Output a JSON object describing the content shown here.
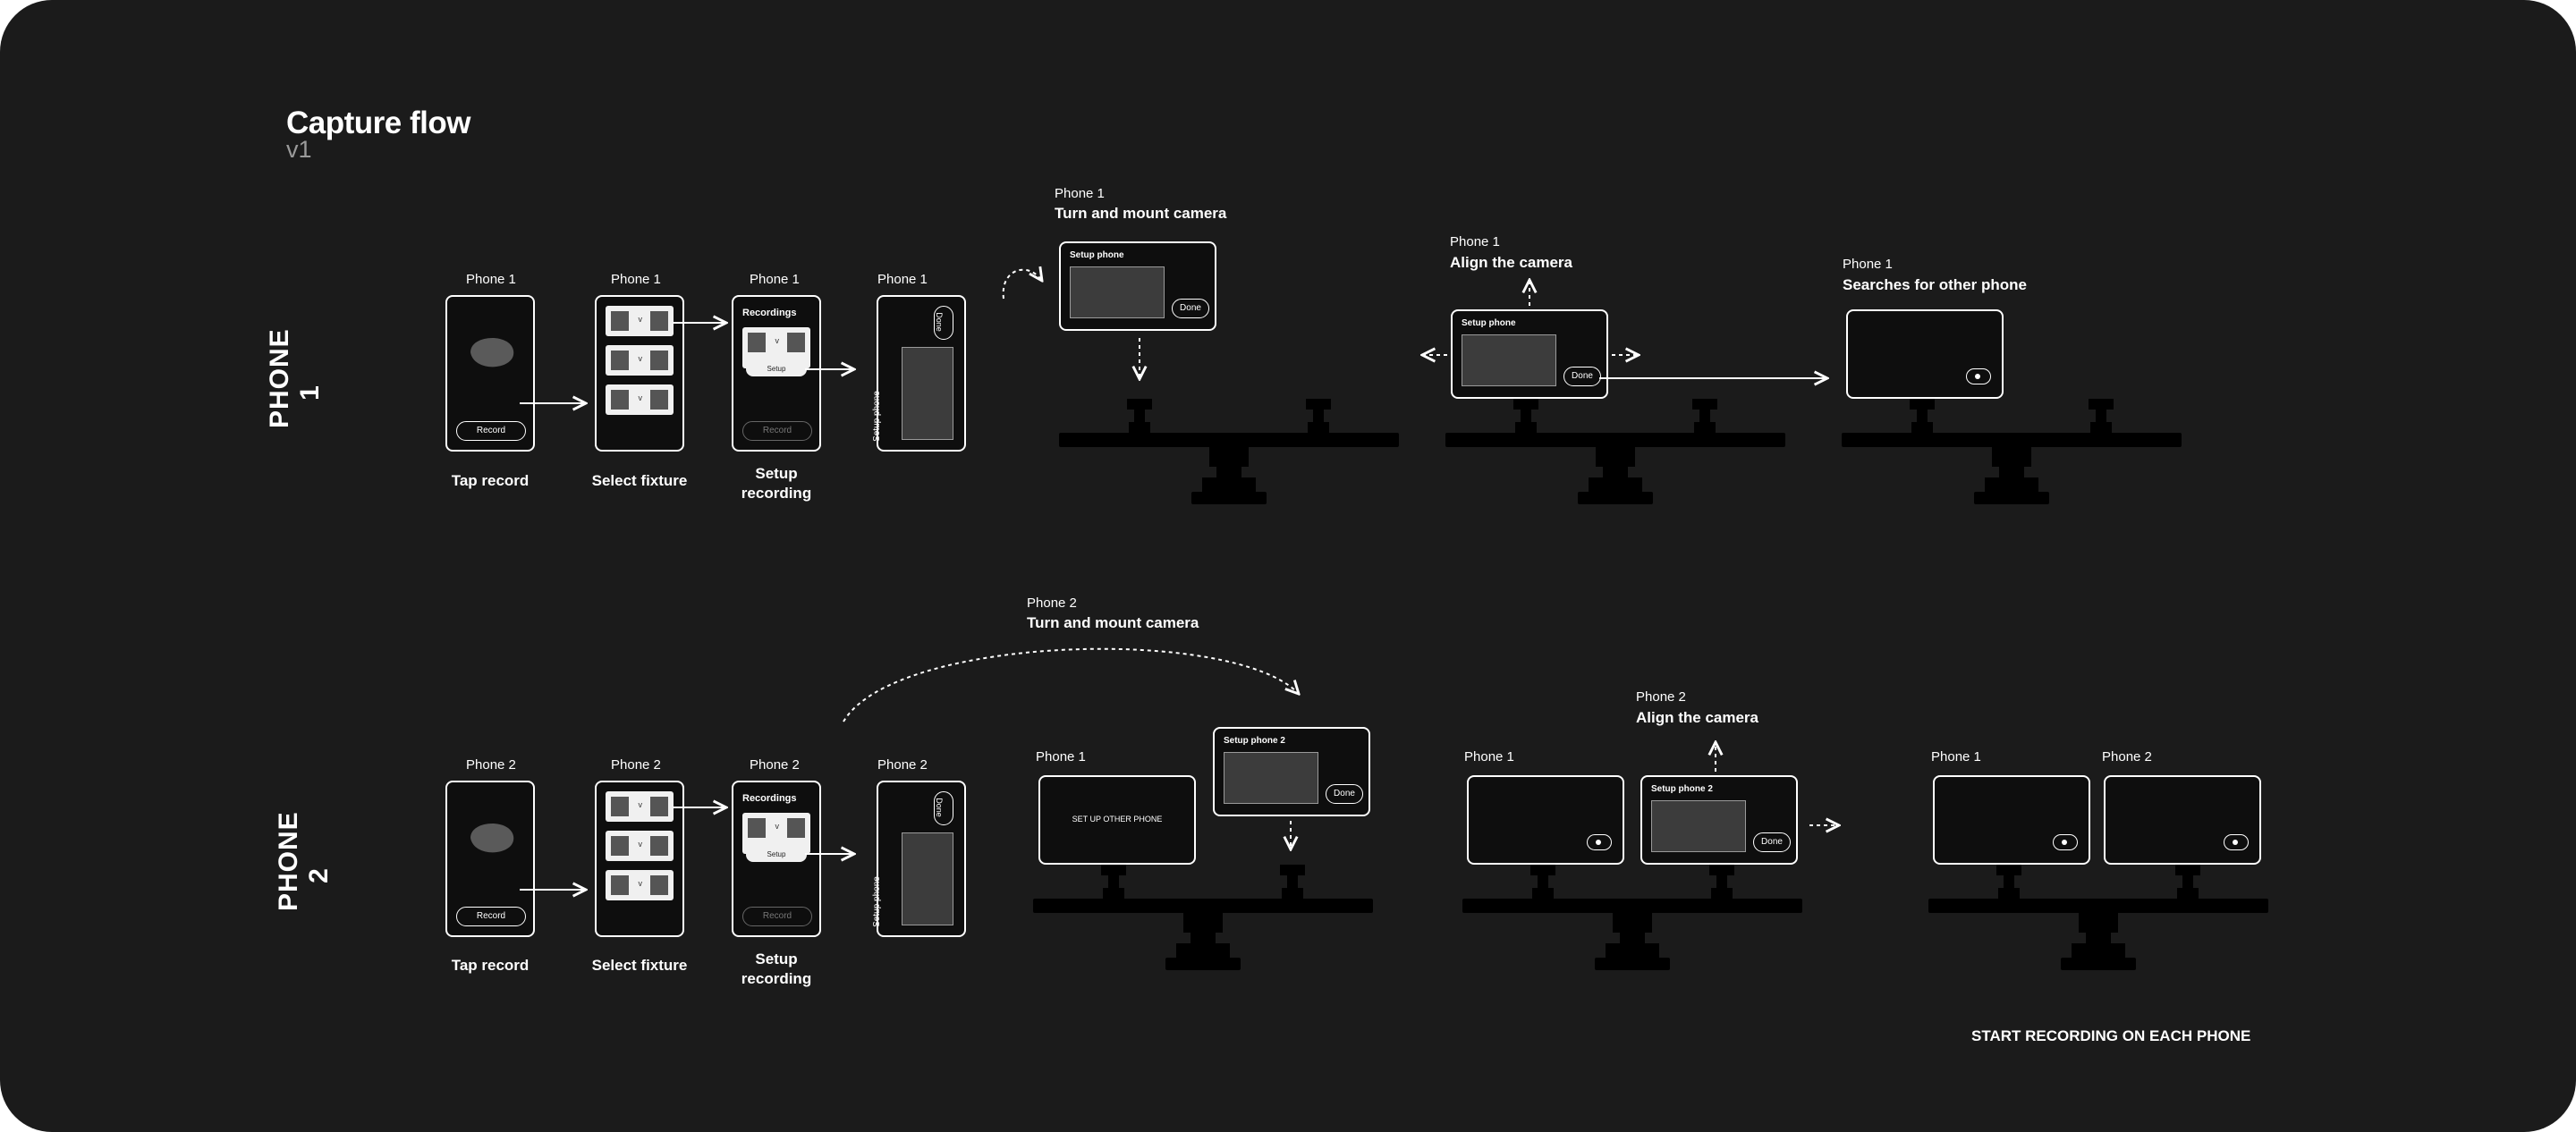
{
  "header": {
    "title": "Capture flow",
    "version": "v1"
  },
  "rows": {
    "phone1": "PHONE 1",
    "phone2": "PHONE 2"
  },
  "labels": {
    "phone1": "Phone 1",
    "phone2": "Phone 2"
  },
  "steps": {
    "tap_record": "Tap record",
    "select_fixture": "Select fixture",
    "setup_recording_1": "Setup",
    "setup_recording_2": "recording"
  },
  "screens": {
    "record_button": "Record",
    "recordings_title": "Recordings",
    "setup_button": "Setup",
    "done_button": "Done",
    "setup_phone_vertical": "Setup phone",
    "setup_phone": "Setup phone",
    "setup_phone_2": "Setup phone 2",
    "set_up_other_phone": "SET UP OTHER PHONE",
    "card_v": "v"
  },
  "headings": {
    "turn_and_mount": "Turn and mount camera",
    "align_camera": "Align the camera",
    "searches": "Searches for other phone"
  },
  "footer": {
    "start_recording": "START RECORDING ON EACH PHONE"
  },
  "colors": {
    "background": "#1b1b1b",
    "page": "#ffffff",
    "foreground": "#ffffff",
    "screen_fill": "#3c3c3c"
  }
}
